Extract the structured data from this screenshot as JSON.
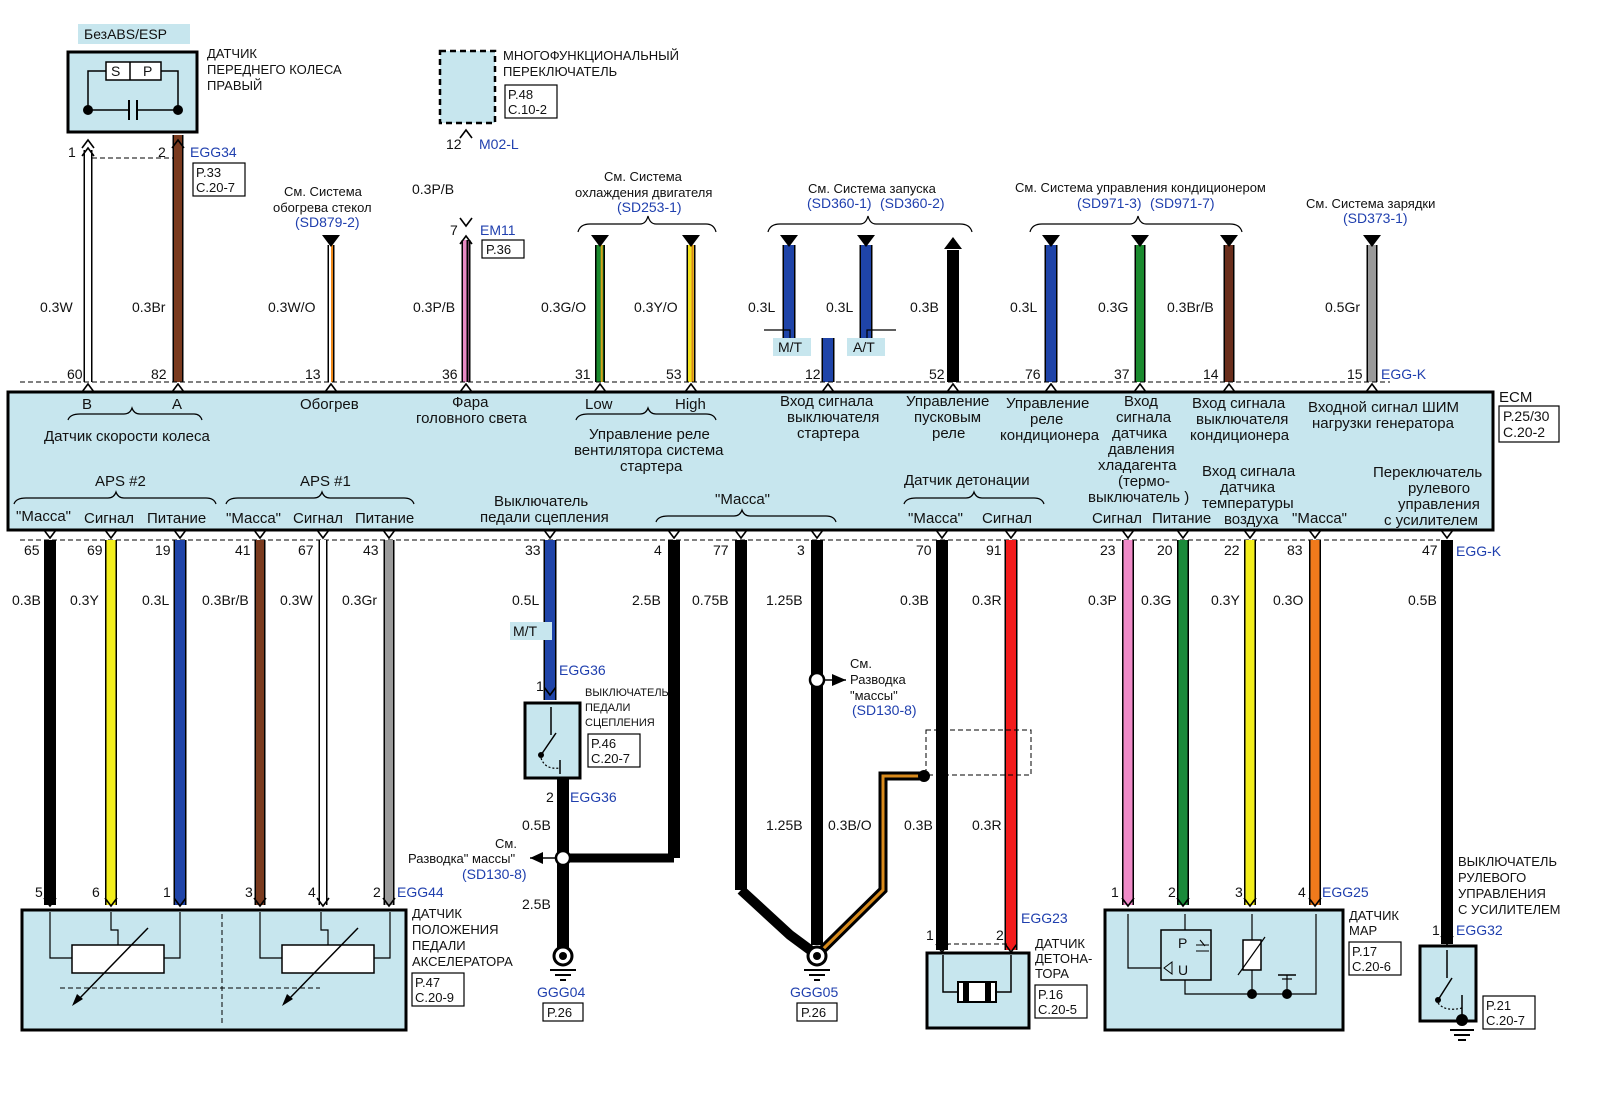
{
  "colors": {
    "component_fill": "#c7e6ee",
    "ecm_fill": "#c7e6ee",
    "link_blue": "#1f3fae"
  },
  "top": {
    "no_abs_tag": "БезABS/ESP",
    "wheel_sensor": {
      "title": [
        "ДАТЧИК",
        "ПЕРЕДНЕГО КОЛЕСА",
        "ПРАВЫЙ"
      ],
      "sp_s": "S",
      "sp_p": "P",
      "pin1": "1",
      "pin2": "2",
      "conn": "EGG34",
      "ref1": "P.33",
      "ref2": "C.20-7"
    },
    "multi_switch": {
      "title": [
        "МНОГОФУНКЦИОНАЛЬНЫЙ",
        "ПЕРЕКЛЮЧАТЕЛЬ"
      ],
      "ref1": "P.48",
      "ref2": "C.10-2",
      "pin12": "12",
      "conn": "M02-L",
      "pin7": "7",
      "conn2": "EM11",
      "ref3": "P.36"
    },
    "see_defrost": {
      "lines": [
        "См. Система",
        "обогрева стекол"
      ],
      "link": "(SD879-2)"
    },
    "see_cooling": {
      "lines": [
        "См. Система",
        "охлаждения двигателя"
      ],
      "link": "(SD253-1)"
    },
    "see_start": {
      "line": "См. Система запуска",
      "link1": "(SD360-1)",
      "link2": "(SD360-2)"
    },
    "see_ac": {
      "line": "См. Система управления кондиционером",
      "link1": "(SD971-3)",
      "link2": "(SD971-7)"
    },
    "see_charge": {
      "line": "См. Система зарядки",
      "link": "(SD373-1)"
    },
    "mt": "M/T",
    "at": "A/T"
  },
  "top_wires": [
    {
      "pin": "60",
      "label": "0.3W"
    },
    {
      "pin": "82",
      "label": "0.3Br"
    },
    {
      "pin": "13",
      "label": "0.3W/O"
    },
    {
      "pin": "36",
      "label": "0.3P/B"
    },
    {
      "pin": "31",
      "label": "0.3G/O"
    },
    {
      "pin": "53",
      "label": "0.3Y/O"
    },
    {
      "pin": "12",
      "label": "0.3L"
    },
    {
      "pin": "",
      "label": "0.3L"
    },
    {
      "pin": "52",
      "label": "0.3B"
    },
    {
      "pin": "76",
      "label": "0.3L"
    },
    {
      "pin": "37",
      "label": "0.3G"
    },
    {
      "pin": "14",
      "label": "0.3Br/B"
    },
    {
      "pin": "15",
      "label": "0.5Gr"
    }
  ],
  "ms_upper_wire": "0.3P/B",
  "ecm": {
    "name": "ECM",
    "ref1": "P.25/30",
    "ref2": "C.20-2",
    "conn_top": "EGG-K",
    "conn_bottom": "EGG-K",
    "top_labels": {
      "b": "B",
      "a": "A",
      "wheel_speed": "Датчик скорости колеса",
      "defrost": "Обогрев",
      "headlamp": [
        "Фара",
        "головного света"
      ],
      "low": "Low",
      "high": "High",
      "fan_relay": [
        "Управление реле",
        "вентилятора система",
        "стартера"
      ],
      "starter_in": [
        "Вход сигнала",
        "выключателя",
        "стартера"
      ],
      "starter_relay": [
        "Управление",
        "пусковым",
        "реле"
      ],
      "ac_relay": [
        "Управление",
        "реле",
        "кондиционера"
      ],
      "refrig": [
        "Вход",
        "сигнала",
        "датчика",
        "давления",
        "хладагента",
        "(термо-",
        "выключатель )"
      ],
      "ac_switch": [
        "Вход сигнала",
        "выключателя",
        "кондиционера"
      ],
      "alt_pwm": [
        "Входной сигнал ШИМ",
        "нагрузки  генератора"
      ]
    },
    "bottom_labels": {
      "aps2": "APS #2",
      "aps1": "APS #1",
      "mass": "\"Масса\"",
      "signal": "Сигнал",
      "power": "Питание",
      "clutch": [
        "Выключатель",
        "педали сцепления"
      ],
      "mass_mid": "\"Масса\"",
      "knock": "Датчик детонации",
      "iat": [
        "Вход сигнала",
        "датчика",
        "температуры",
        "воздуха"
      ],
      "psps": [
        "Переключатель",
        "рулевого",
        "управления",
        "с усилителем"
      ]
    }
  },
  "bottom_wires": [
    {
      "pin": "65",
      "label": "0.3B"
    },
    {
      "pin": "69",
      "label": "0.3Y"
    },
    {
      "pin": "19",
      "label": "0.3L"
    },
    {
      "pin": "41",
      "label": "0.3Br/B"
    },
    {
      "pin": "67",
      "label": "0.3W"
    },
    {
      "pin": "43",
      "label": "0.3Gr"
    },
    {
      "pin": "33",
      "label": "0.5L"
    },
    {
      "pin": "4",
      "label": "2.5B"
    },
    {
      "pin": "77",
      "label": "0.75B"
    },
    {
      "pin": "3",
      "label": "1.25B"
    },
    {
      "pin": "70",
      "label": "0.3B"
    },
    {
      "pin": "91",
      "label": "0.3R"
    },
    {
      "pin": "23",
      "label": "0.3P"
    },
    {
      "pin": "20",
      "label": "0.3G"
    },
    {
      "pin": "22",
      "label": "0.3Y"
    },
    {
      "pin": "83",
      "label": "0.3O"
    },
    {
      "pin": "47",
      "label": "0.5B"
    }
  ],
  "clutch_switch": {
    "mt": "M/T",
    "conn": "EGG36",
    "pin1": "1",
    "pin2": "2",
    "conn2": "EGG36",
    "title": [
      "ВЫКЛЮЧАТЕЛЬ",
      "ПЕДАЛИ",
      "СЦЕПЛЕНИЯ"
    ],
    "ref1": "P.46",
    "ref2": "C.20-7",
    "w05": "0.5B",
    "w25": "2.5B"
  },
  "ground_ref": {
    "lines": [
      "См.",
      "Разводка\" массы\""
    ],
    "link": "(SD130-8)"
  },
  "ground_ref2": {
    "lines": [
      "См.",
      "Разводка",
      "\"массы\""
    ],
    "link": "(SD130-8)"
  },
  "ggg04": {
    "name": "GGG04",
    "ref": "P.26"
  },
  "ggg05": {
    "name": "GGG05",
    "ref": "P.26",
    "w1": "1.25B",
    "w2": "0.3B/O"
  },
  "app_sensor": {
    "conn": "EGG44",
    "pins": [
      "5",
      "6",
      "1",
      "3",
      "4",
      "2"
    ],
    "title": [
      "ДАТЧИК",
      "ПОЛОЖЕНИЯ",
      "ПЕДАЛИ",
      "АКСЕЛЕРАТОРА"
    ],
    "ref1": "P.47",
    "ref2": "C.20-9"
  },
  "knock_sensor": {
    "conn": "EGG23",
    "pin1": "1",
    "pin2": "2",
    "title": [
      "ДАТЧИК",
      "ДЕТОНА-",
      "ТОРА"
    ],
    "ref1": "P.16",
    "ref2": "C.20-5",
    "w1": "0.3B",
    "w2": "0.3R"
  },
  "map_sensor": {
    "conn": "EGG25",
    "pins": [
      "1",
      "2",
      "3",
      "4"
    ],
    "title": [
      "ДАТЧИК",
      "MAP"
    ],
    "ref1": "P.17",
    "ref2": "C.20-6",
    "p": "P",
    "u": "U"
  },
  "psps_switch": {
    "conn": "EGG32",
    "pin": "1",
    "title": [
      "ВЫКЛЮЧАТЕЛЬ",
      "РУЛЕВОГО",
      "УПРАВЛЕНИЯ",
      "С УСИЛИТЕЛЕМ"
    ],
    "ref1": "P.21",
    "ref2": "C.20-7"
  }
}
